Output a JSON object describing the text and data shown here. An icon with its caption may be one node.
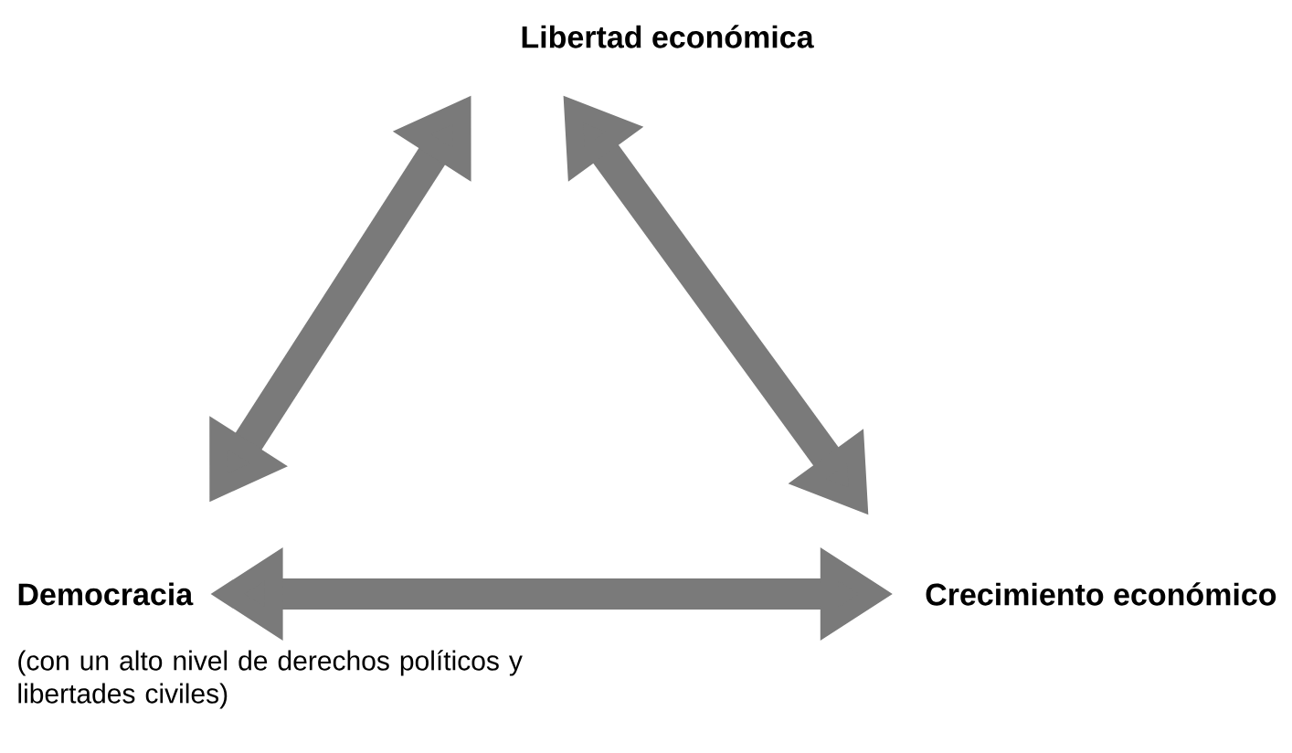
{
  "diagram": {
    "nodes": [
      {
        "text": [
          "Libertad económica"
        ]
      },
      {
        "text": [
          "Democracia"
        ],
        "beside": [
          "(con un alto nivel de derechos políticos y libertades civiles)"
        ]
      },
      {
        "text": [
          "Crecimiento económico"
        ]
      }
    ],
    "edges": [
      {
        "from": 0,
        "to": 1,
        "arrow": "both"
      },
      {
        "from": 0,
        "to": 2,
        "arrow": "both"
      },
      {
        "from": 1,
        "to": 2,
        "arrow": "both"
      }
    ]
  }
}
